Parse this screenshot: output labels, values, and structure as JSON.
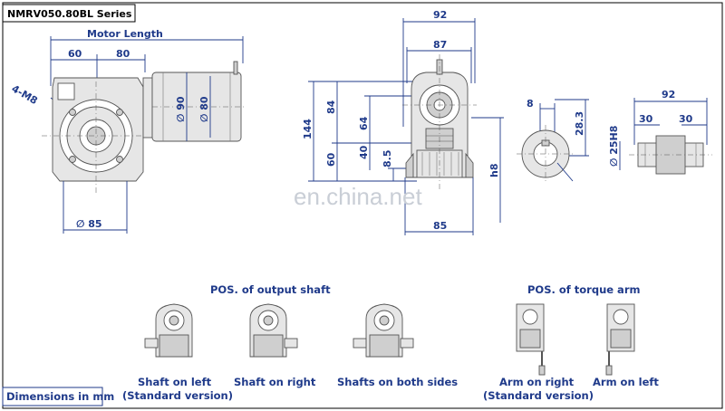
{
  "header": {
    "series_title": "NMRV050.80BL Series"
  },
  "footer": {
    "units_note": "Dimensions in mm"
  },
  "watermark": {
    "text": "en.china.net"
  },
  "side_view": {
    "motor_length_label": "Motor Length",
    "dim_60": "60",
    "dim_80": "80",
    "thread": "4-M8",
    "dia_90": "∅ 90",
    "dia_80": "∅ 80",
    "dia_85": "∅ 85"
  },
  "front_view": {
    "dim_92": "92",
    "dim_87": "87",
    "dim_144": "144",
    "dim_84": "84",
    "dim_64": "64",
    "dim_60": "60",
    "dim_40": "40",
    "dim_8_5": "8.5",
    "dim_85": "85",
    "dim_h8": "h8"
  },
  "flange_view": {
    "dim_8": "8",
    "dim_28_3": "28.3"
  },
  "shaft_view": {
    "dim_92": "92",
    "dim_30a": "30",
    "dim_30b": "30",
    "dia_25h8": "∅ 25H8"
  },
  "output_shaft": {
    "title": "POS. of output shaft",
    "options": [
      {
        "line1": "Shaft on left",
        "line2": "(Standard version)"
      },
      {
        "line1": "Shaft on right",
        "line2": ""
      },
      {
        "line1": "Shafts on both sides",
        "line2": ""
      }
    ]
  },
  "torque_arm": {
    "title": "POS. of torque arm",
    "options": [
      {
        "line1": "Arm on right",
        "line2": "(Standard version)"
      },
      {
        "line1": "Arm on left",
        "line2": ""
      }
    ]
  },
  "colors": {
    "dimension": "#1f3a8a",
    "part_fill": "#e6e6e6",
    "border": "#000000"
  }
}
